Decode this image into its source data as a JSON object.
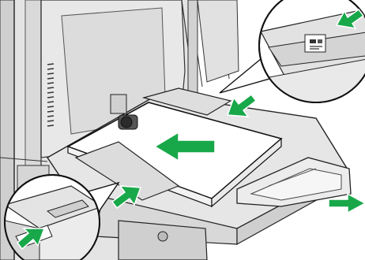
{
  "illustration": {
    "subject": "",
    "arrow_color": "#18a84a",
    "line_color": "#1a1a1a",
    "body_color": "#e2e2e2",
    "paper_color": "#ffffff"
  },
  "callouts": [
    {
      "name": "top-right-zoom-callout",
      "icons": [
        "paper-orientation-mark-icon",
        "arrow-pointing-down-left-icon"
      ]
    },
    {
      "name": "bottom-left-zoom-callout",
      "icons": [
        "arrow-pointing-up-right-icon"
      ]
    }
  ],
  "arrows": [
    {
      "name": "load-paper-arrow",
      "direction": "left"
    },
    {
      "name": "guide-arrow-top",
      "direction": "down-left"
    },
    {
      "name": "guide-arrow-bottom",
      "direction": "up-right"
    },
    {
      "name": "extension-arrow",
      "direction": "right"
    },
    {
      "name": "callout-arrow-top",
      "direction": "down-left"
    },
    {
      "name": "callout-arrow-bottom",
      "direction": "up-right"
    }
  ]
}
